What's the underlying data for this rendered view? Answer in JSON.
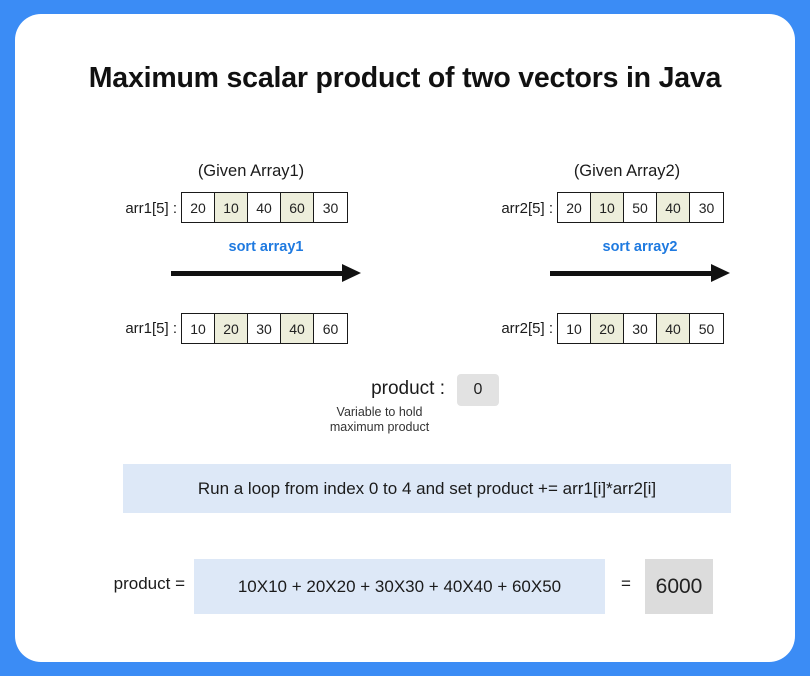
{
  "theme": {
    "frame_color": "#3b8cf5",
    "card_color": "#ffffff",
    "highlight_cell_color": "#edeedb",
    "info_bar_color": "#dde8f7",
    "value_box_color": "#e2e2e2",
    "result_box_color": "#dcdcdc",
    "accent_blue": "#1f7ae0"
  },
  "title": "Maximum scalar product of two vectors in Java",
  "columns": [
    {
      "heading": "(Given Array1)",
      "given": {
        "label": "arr1[5] :",
        "cells": [
          {
            "value": "20",
            "highlight": false
          },
          {
            "value": "10",
            "highlight": true
          },
          {
            "value": "40",
            "highlight": false
          },
          {
            "value": "60",
            "highlight": true
          },
          {
            "value": "30",
            "highlight": false
          }
        ]
      },
      "arrow_label": "sort array1",
      "sorted": {
        "label": "arr1[5] :",
        "cells": [
          {
            "value": "10",
            "highlight": false
          },
          {
            "value": "20",
            "highlight": true
          },
          {
            "value": "30",
            "highlight": false
          },
          {
            "value": "40",
            "highlight": true
          },
          {
            "value": "60",
            "highlight": false
          }
        ]
      }
    },
    {
      "heading": "(Given Array2)",
      "given": {
        "label": "arr2[5] :",
        "cells": [
          {
            "value": "20",
            "highlight": false
          },
          {
            "value": "10",
            "highlight": true
          },
          {
            "value": "50",
            "highlight": false
          },
          {
            "value": "40",
            "highlight": true
          },
          {
            "value": "30",
            "highlight": false
          }
        ]
      },
      "arrow_label": "sort array2",
      "sorted": {
        "label": "arr2[5] :",
        "cells": [
          {
            "value": "10",
            "highlight": false
          },
          {
            "value": "20",
            "highlight": true
          },
          {
            "value": "30",
            "highlight": false
          },
          {
            "value": "40",
            "highlight": true
          },
          {
            "value": "50",
            "highlight": false
          }
        ]
      }
    }
  ],
  "product": {
    "label": "product :",
    "value": "0",
    "caption": "Variable to hold\nmaximum product"
  },
  "loop_step": "Run a loop from index 0 to 4 and set product += arr1[i]*arr2[i]",
  "final": {
    "label": "product =",
    "expression": "10X10 + 20X20 + 30X30 + 40X40 + 60X50",
    "equals": "=",
    "result": "6000"
  }
}
